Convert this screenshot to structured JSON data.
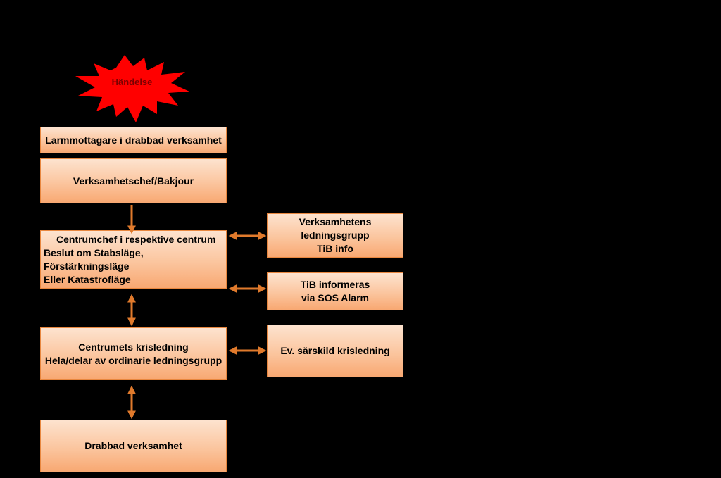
{
  "event": {
    "label": "Händelse",
    "color": "#ff0000"
  },
  "boxes": {
    "larm": {
      "lines": [
        "Larmmottagare i drabbad verksamhet"
      ]
    },
    "chef": {
      "lines": [
        "Verksamhetschef/Bakjour"
      ]
    },
    "centrum": {
      "lines": [
        "Centrumchef i respektive centrum",
        "Beslut om Stabsläge, Förstärkningsläge",
        "Eller Katastrofläge"
      ]
    },
    "ledningsgrupp": {
      "lines": [
        "Verksamhetens",
        "ledningsgrupp",
        "TiB info"
      ]
    },
    "tib": {
      "lines": [
        "TiB informeras",
        "via SOS Alarm"
      ]
    },
    "krisledning": {
      "lines": [
        "Centrumets krisledning",
        "Hela/delar av ordinarie ledningsgrupp"
      ]
    },
    "sarskild": {
      "lines": [
        "Ev. särskild krisledning"
      ]
    },
    "drabbad": {
      "lines": [
        "Drabbad verksamhet"
      ]
    }
  },
  "colors": {
    "arrow": "#e07a2c",
    "box_border": "#e8873f"
  }
}
